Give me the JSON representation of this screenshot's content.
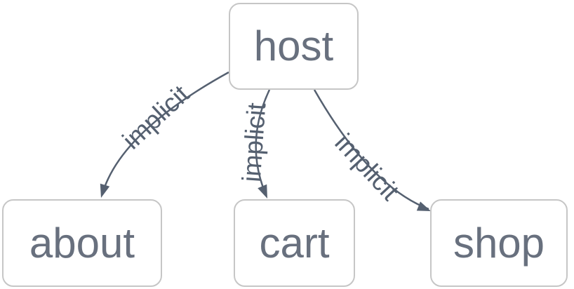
{
  "diagram": {
    "type": "graph",
    "nodes": [
      {
        "id": "host",
        "label": "host"
      },
      {
        "id": "about",
        "label": "about"
      },
      {
        "id": "cart",
        "label": "cart"
      },
      {
        "id": "shop",
        "label": "shop"
      }
    ],
    "edges": [
      {
        "from": "host",
        "to": "about",
        "label": "implicit"
      },
      {
        "from": "host",
        "to": "cart",
        "label": "implicit"
      },
      {
        "from": "host",
        "to": "shop",
        "label": "implicit"
      }
    ],
    "colors": {
      "background": "#ffffff",
      "node_border": "#c6c6c6",
      "node_background": "#ffffff",
      "node_text": "#68707e",
      "edge": "#556070",
      "edge_label": "#556070"
    }
  }
}
